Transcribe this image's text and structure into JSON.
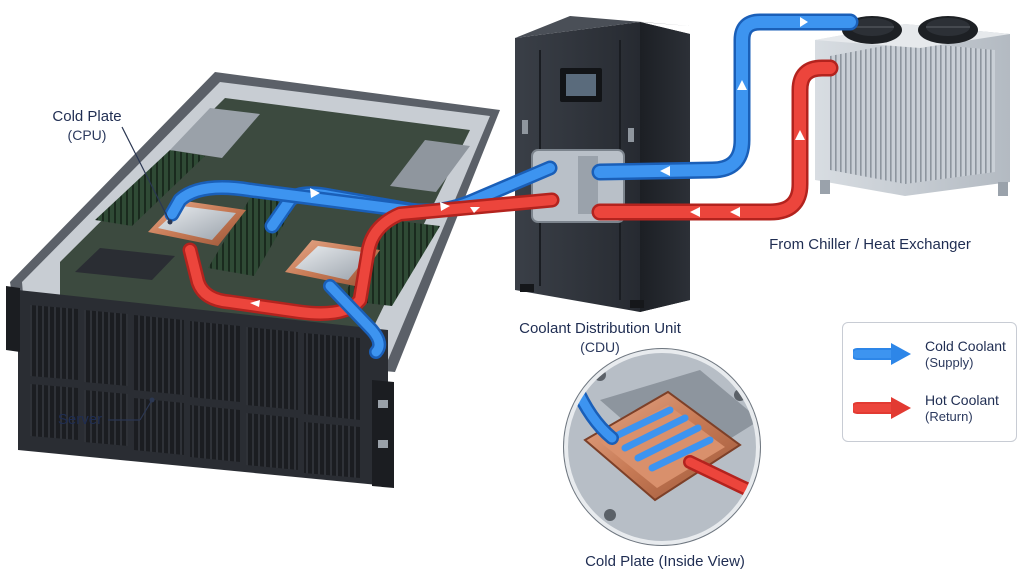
{
  "labels": {
    "cold_plate_cpu": {
      "title": "Cold Plate",
      "sub": "(CPU)"
    },
    "server": "Server",
    "cdu": {
      "title": "Coolant Distribution Unit",
      "sub": "(CDU)"
    },
    "chiller": "From Chiller / Heat Exchanger",
    "inside_view": "Cold Plate (Inside View)"
  },
  "legend": {
    "cold": {
      "title": "Cold Coolant",
      "sub": "(Supply)",
      "color": "#2d86e8"
    },
    "hot": {
      "title": "Hot Coolant",
      "sub": "(Return)",
      "color": "#e23a32"
    }
  },
  "colors": {
    "cold_pipe": "#2d86e8",
    "hot_pipe": "#e23a32",
    "cabinet": "#2b2f36",
    "chassis": "#3a3e44"
  }
}
